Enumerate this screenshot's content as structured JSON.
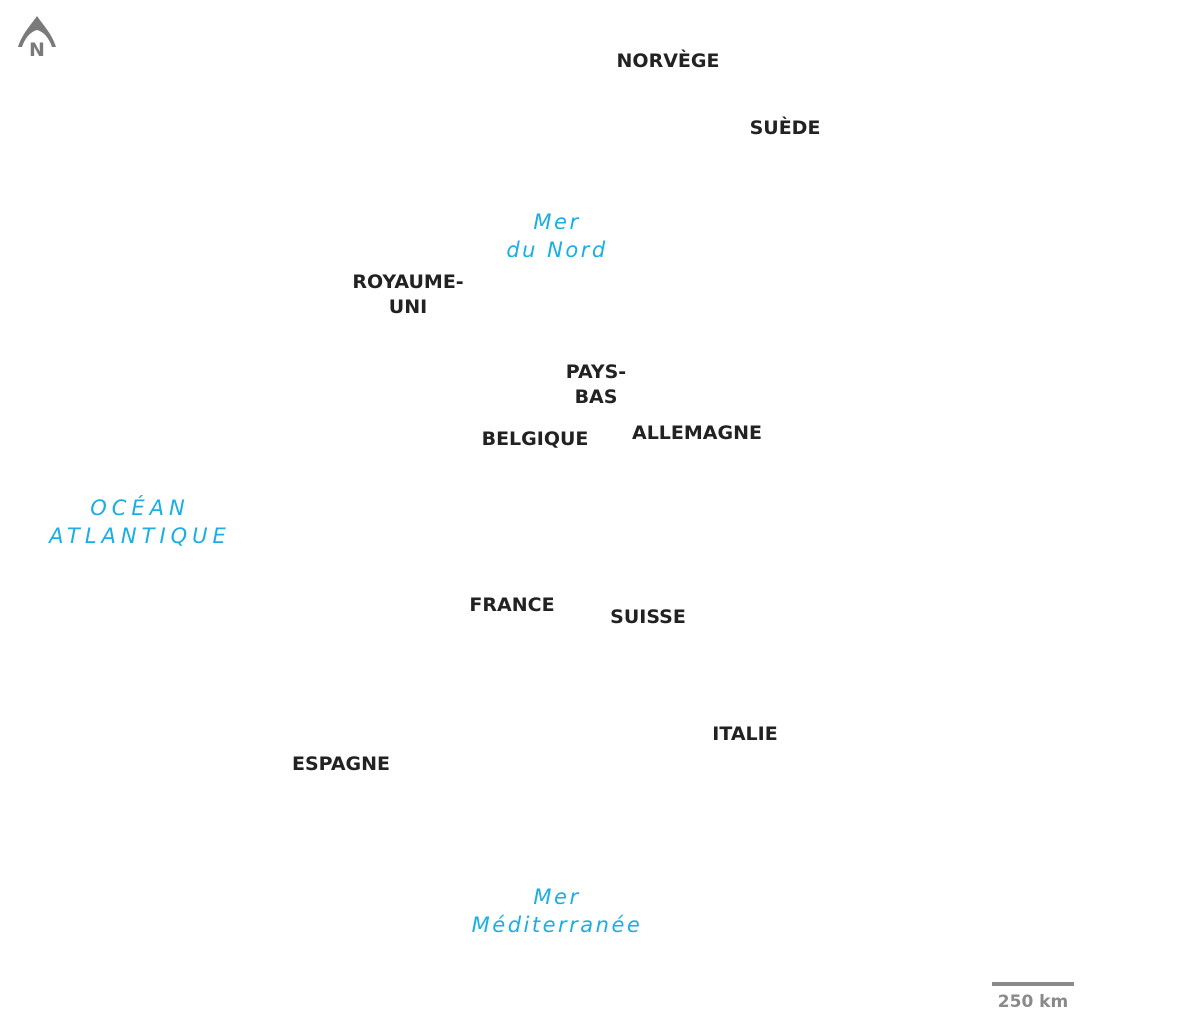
{
  "compass": {
    "icon": "north-arrow-icon",
    "letter": "N",
    "color": "#7a7a7a"
  },
  "countries": {
    "norvege": "NORVÈGE",
    "suede": "SUÈDE",
    "royaume_uni": [
      "ROYAUME-",
      "UNI"
    ],
    "pays_bas": [
      "PAYS-",
      "BAS"
    ],
    "belgique": "BELGIQUE",
    "allemagne": "ALLEMAGNE",
    "france": "FRANCE",
    "suisse": "SUISSE",
    "italie": "ITALIE",
    "espagne": "ESPAGNE"
  },
  "seas": {
    "mer_du_nord": [
      "Mer",
      "du Nord"
    ],
    "ocean_atlantique": [
      "OCÉAN",
      "ATLANTIQUE"
    ],
    "mediterranee": [
      "Mer",
      "Méditerranée"
    ]
  },
  "scale": {
    "label": "250 km",
    "color": "#8a8a8a"
  },
  "colors": {
    "country_text": "#222222",
    "sea_text": "#1aaee4"
  }
}
